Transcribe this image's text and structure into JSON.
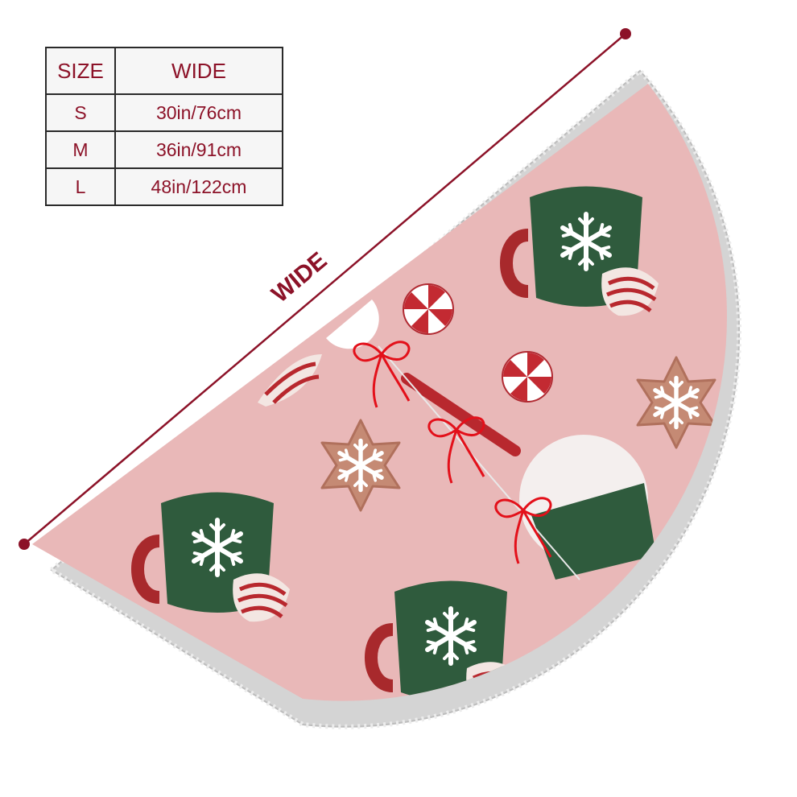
{
  "size_table": {
    "headers": [
      "SIZE",
      "WIDE"
    ],
    "rows": [
      {
        "size": "S",
        "wide": "30in/76cm"
      },
      {
        "size": "M",
        "wide": "36in/91cm"
      },
      {
        "size": "L",
        "wide": "48in/122cm"
      }
    ]
  },
  "dimension_label": "WIDE",
  "colors": {
    "accent": "#8c1228",
    "skirt_background": "#e9b8b8",
    "mug_green": "#2f5b3d",
    "mug_handle": "#a8292c",
    "trim": "#d4d4d4",
    "ribbon": "#e3101a"
  }
}
